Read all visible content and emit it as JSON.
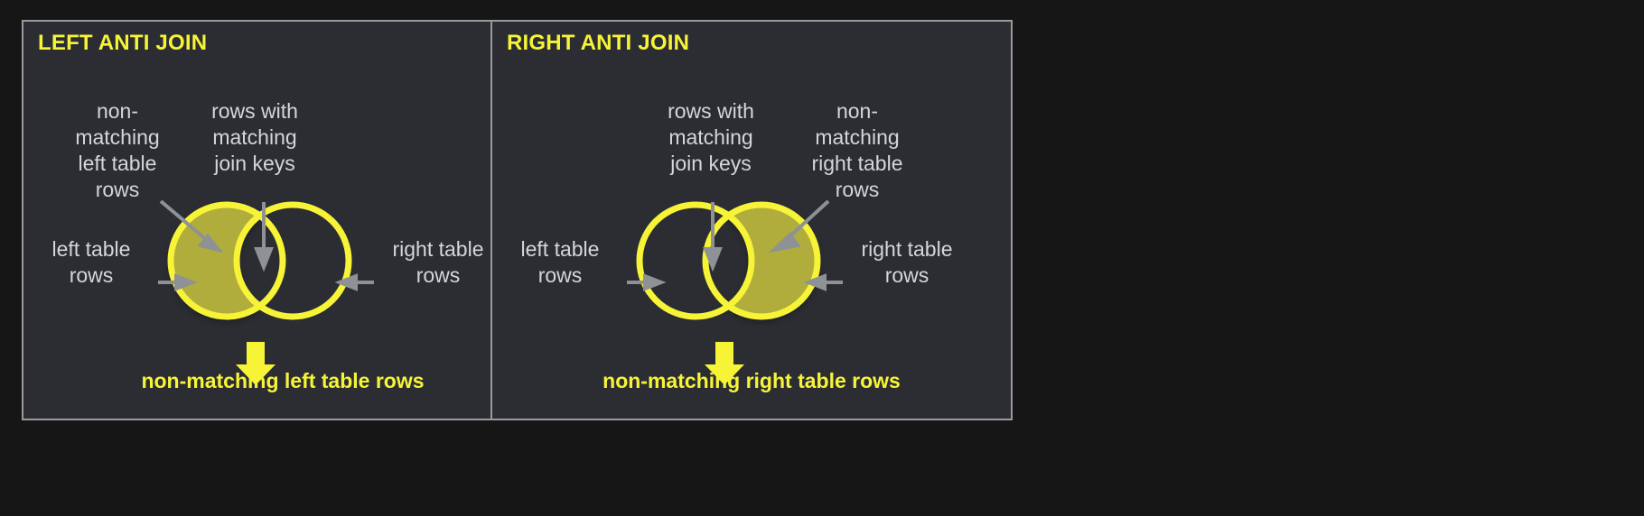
{
  "page": {
    "background_color": "#161616",
    "panel_background_color": "#2b2d33",
    "panel_border_color": "#9a9a9a",
    "accent_yellow": "#f7f438",
    "fill_olive": "#b0ad3c",
    "annotation_gray": "#d4d6d8",
    "arrow_gray": "#8e9196"
  },
  "panels": [
    {
      "id": "left-anti-join",
      "title": "LEFT ANTI JOIN",
      "annotations": {
        "top_left": "non-\nmatching\nleft table\nrows",
        "top_right": "rows with\nmatching\njoin keys",
        "side_left": "left table\nrows",
        "side_right": "right table\nrows"
      },
      "result_label": "non-matching left table rows",
      "highlighted_region": "left-circle-only"
    },
    {
      "id": "right-anti-join",
      "title": "RIGHT ANTI JOIN",
      "annotations": {
        "top_left": "rows with\nmatching\njoin keys",
        "top_right": "non-\nmatching\nright table\nrows",
        "side_left": "left table\nrows",
        "side_right": "right table\nrows"
      },
      "result_label": "non-matching right table rows",
      "highlighted_region": "right-circle-only"
    }
  ],
  "icons": {
    "down_arrow": "down-arrow-icon",
    "pointer_arrow": "pointer-arrow-icon"
  }
}
